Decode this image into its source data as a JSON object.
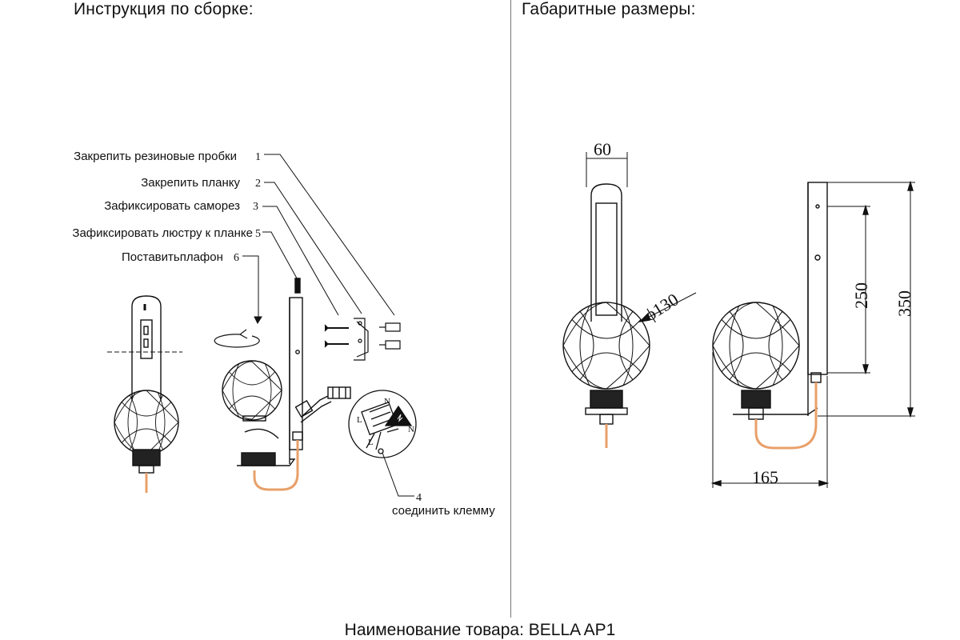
{
  "left_heading": "Инструкция по сборке:",
  "right_heading": "Габаритные размеры:",
  "footer": "Наименование товара: BELLA AP1",
  "steps": [
    {
      "label": "Закрепить резиновые пробки",
      "num": "1"
    },
    {
      "label": "Закрепить планку",
      "num": "2"
    },
    {
      "label": "Зафиксировать саморез",
      "num": "3"
    },
    {
      "label": "Зафиксировать люстру к планке",
      "num": "5"
    },
    {
      "label": "Поставитьплафон",
      "num": "6"
    }
  ],
  "connect": {
    "num": "4",
    "label": "соединить клемму"
  },
  "terminals": [
    "N",
    "L",
    "N",
    "L"
  ],
  "dimensions": {
    "width": "60",
    "diameter": "ϕ130",
    "h1": "250",
    "h2": "350",
    "depth": "165"
  },
  "colors": {
    "line": "#111111",
    "wire": "#e8a06a"
  }
}
